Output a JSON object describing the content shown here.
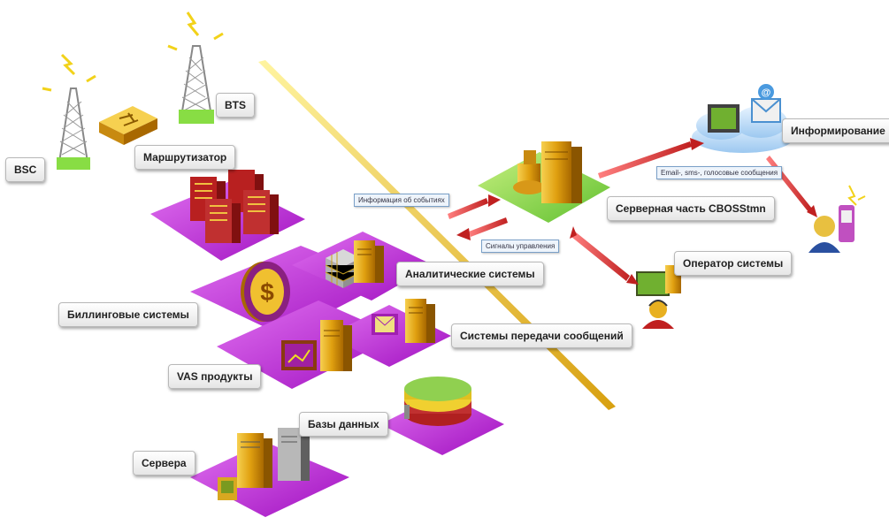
{
  "labels": {
    "bsc": "BSC",
    "bts": "BTS",
    "router": "Маршрутизатор",
    "billing": "Биллинговые системы",
    "analytics": "Аналитические системы",
    "messaging": "Системы передачи сообщений",
    "vas": "VAS продукты",
    "databases": "Базы данных",
    "servers": "Сервера",
    "cboss_server": "Серверная часть CBOSStmn",
    "operator": "Оператор системы",
    "informing": "Информирование"
  },
  "signals": {
    "event_info": "Информация об событиях",
    "control_signals": "Сигналы управления",
    "notifications": "Email-, sms-, голосовые сообщения"
  },
  "icons": [
    "antenna-tower-icon",
    "router-icon",
    "server-rack-icon",
    "coin-dollar-icon",
    "data-cube-icon",
    "envelope-icon",
    "monitor-chart-icon",
    "database-disk-icon",
    "server-icon",
    "flowchart-icon",
    "operator-icon",
    "cloud-icon",
    "mobile-user-icon"
  ],
  "colors": {
    "platform": "#c020d8",
    "platform_green": "#88dd55",
    "divider": "#e8c020",
    "arrow": "#d03030",
    "server": "#e8b020"
  }
}
